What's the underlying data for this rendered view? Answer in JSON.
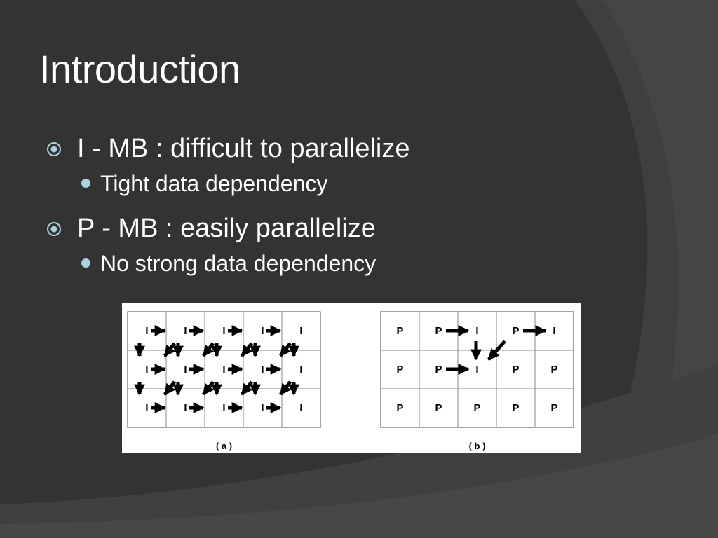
{
  "slide": {
    "title": "Introduction",
    "bullets": [
      {
        "text": "I - MB : difficult to parallelize",
        "sub": "Tight data dependency"
      },
      {
        "text": "P - MB : easily parallelize",
        "sub": "No strong data dependency"
      }
    ]
  },
  "figure": {
    "panel_a": {
      "caption": "( a )",
      "grid": [
        [
          "I",
          "I",
          "I",
          "I",
          "I"
        ],
        [
          "I",
          "I",
          "I",
          "I",
          "I"
        ],
        [
          "I",
          "I",
          "I",
          "I",
          "I"
        ]
      ]
    },
    "panel_b": {
      "caption": "( b )",
      "grid": [
        [
          "P",
          "P",
          "I",
          "P",
          "I"
        ],
        [
          "P",
          "P",
          "I",
          "P",
          "P"
        ],
        [
          "P",
          "P",
          "P",
          "P",
          "P"
        ]
      ]
    }
  },
  "colors": {
    "background": "#333333",
    "text": "#ffffff",
    "bullet_accent": "#a9d3e0"
  }
}
